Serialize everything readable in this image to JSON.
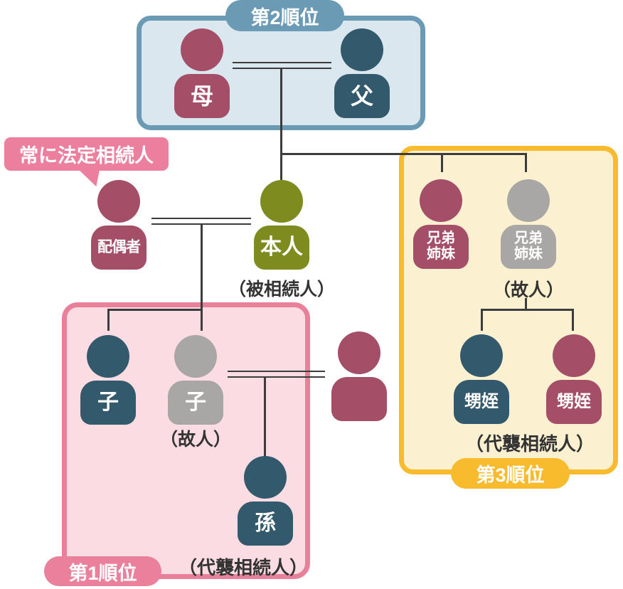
{
  "badges": {
    "rank1": "第1順位",
    "rank2": "第2順位",
    "rank3": "第3順位",
    "always_heir": "常に法定相続人"
  },
  "persons": {
    "mother": {
      "label": "母"
    },
    "father": {
      "label": "父"
    },
    "spouse": {
      "label": "配偶者"
    },
    "self": {
      "label": "本人"
    },
    "sibling1": {
      "line1": "兄弟",
      "line2": "姉妹"
    },
    "sibling2": {
      "line1": "兄弟",
      "line2": "姉妹"
    },
    "child1": {
      "label": "子"
    },
    "child2": {
      "label": "子"
    },
    "grandchild": {
      "label": "孫"
    },
    "nephew1": {
      "label": "甥姪"
    },
    "nephew2": {
      "label": "甥姪"
    }
  },
  "notes": {
    "self_note": "（被相続人）",
    "child_deceased": "（故人）",
    "sibling_deceased": "（故人）",
    "grandchild_note": "（代襲相続人）",
    "nephew_note": "（代襲相続人）"
  },
  "colors": {
    "maroon": "#a54e68",
    "teal": "#33596c",
    "olive": "#7e8c1f",
    "gray": "#a8a7a5",
    "blue_box_fill": "#dbe7ee",
    "blue_box_border": "#6b9ab5",
    "pink_box_fill": "#fadce2",
    "pink_box_border": "#e8809a",
    "yellow_box_fill": "#fbf1d1",
    "yellow_box_border": "#f8bb2d",
    "callout_pink": "#ed7f9e",
    "rank1_pill": "#ea809b",
    "line": "#3c3c3c",
    "note_text": "#333333"
  }
}
